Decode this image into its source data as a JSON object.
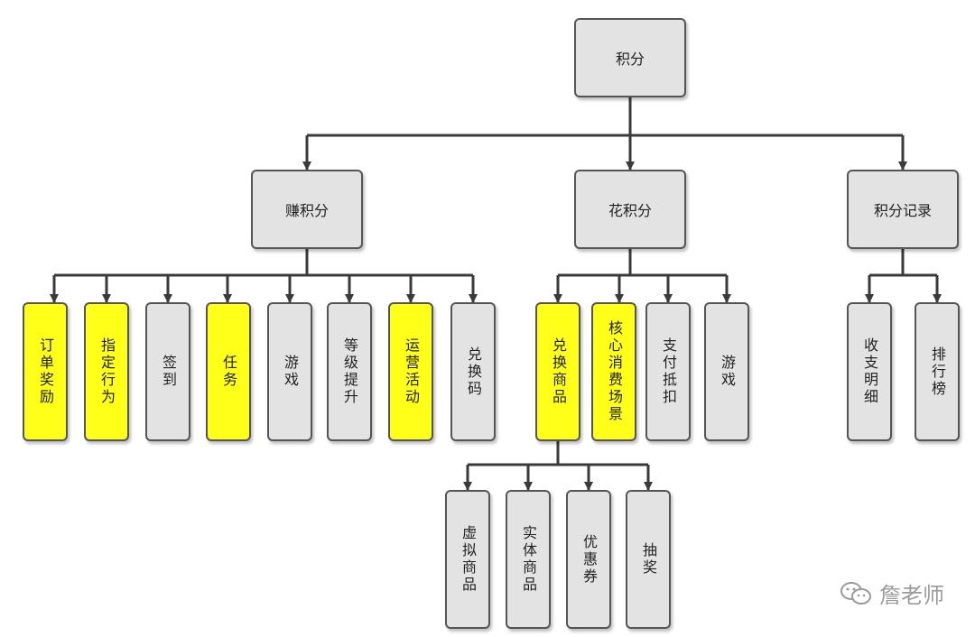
{
  "nodes": {
    "root": "积分",
    "earn": "赚积分",
    "spend": "花积分",
    "record": "积分记录",
    "order_reward": "订单奖励",
    "specified_behavior": "指定行为",
    "checkin": "签到",
    "task": "任务",
    "game_earn": "游戏",
    "level_up": "等级提升",
    "operations": "运营活动",
    "redeem_code": "兑换码",
    "exchange_goods": "兑换商品",
    "core_consumption": "核心消费场景",
    "payment_deduction": "支付抵扣",
    "game_spend": "游戏",
    "income_expense_detail": "收支明细",
    "leaderboard": "排行榜",
    "virtual_goods": "虚拟商品",
    "physical_goods": "实体商品",
    "coupon": "优惠券",
    "lottery": "抽奖"
  },
  "highlight_color": "#ffff1a",
  "node_color": "#e3e3e3",
  "watermark": {
    "text": "詹老师",
    "icon": "wechat-icon"
  }
}
